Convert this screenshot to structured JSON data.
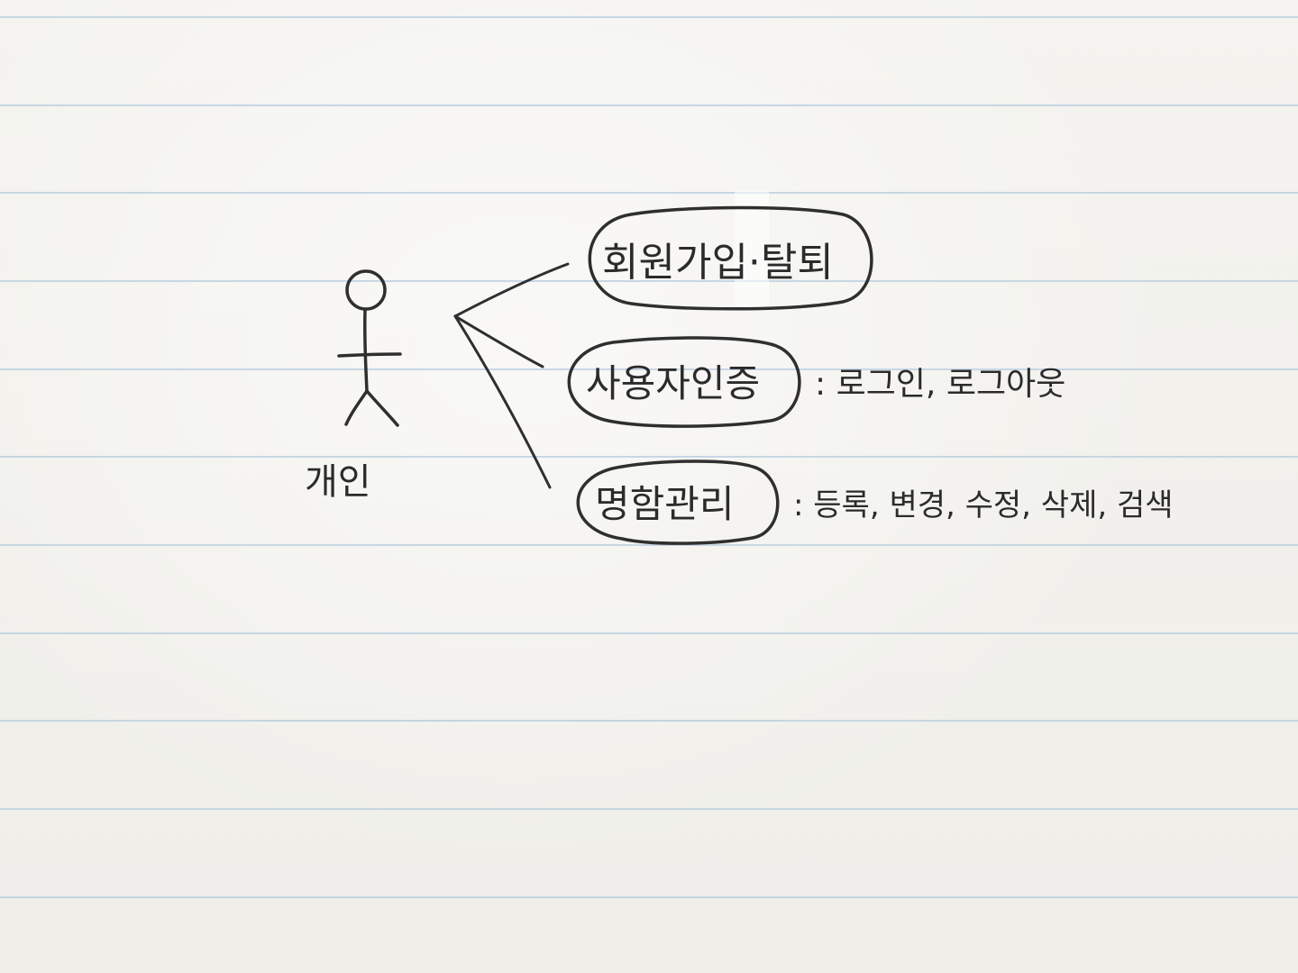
{
  "actor": {
    "label": "개인"
  },
  "use_cases": [
    {
      "label": "회원가입·탈퇴",
      "detail": ""
    },
    {
      "label": "사용자인증",
      "detail": ": 로그인, 로그아웃"
    },
    {
      "label": "명함관리",
      "detail": ": 등록, 변경, 수정, 삭제, 검색"
    }
  ],
  "colors": {
    "ink": "#2b2b2b",
    "paper": "#f3f2ee",
    "rule_line": "#bfd0e2"
  }
}
